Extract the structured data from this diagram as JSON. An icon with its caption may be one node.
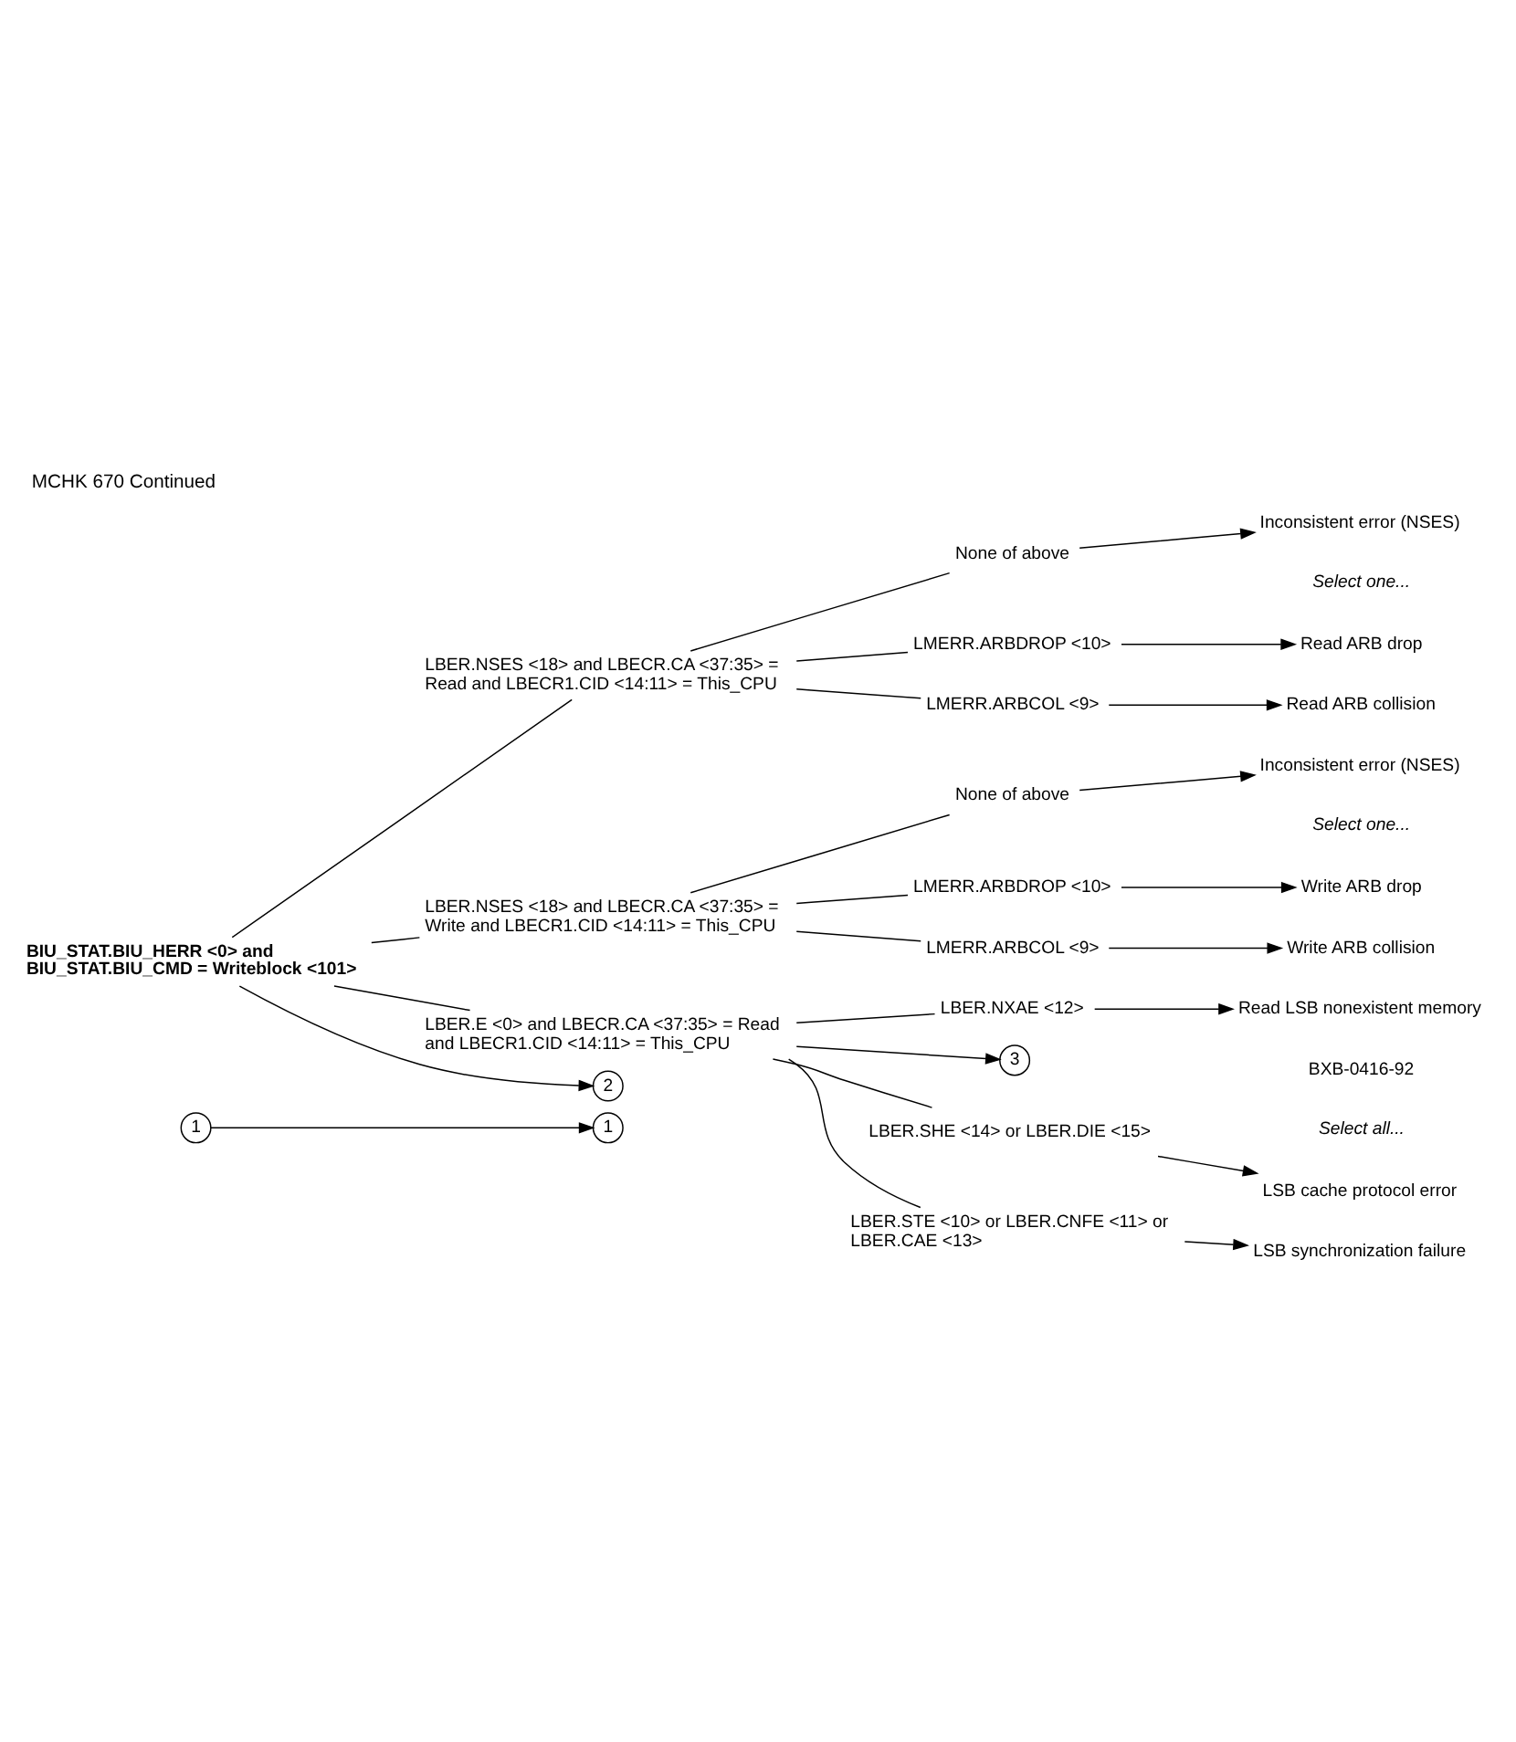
{
  "diagram": {
    "title": "MCHK 670 Continued",
    "nodes": [
      {
        "text": [
          "1"
        ]
      },
      {
        "text": [
          "BIU_STAT.BIU_HERR <0> and BIU_STAT.BIU_CMD = Writeblock <101>"
        ]
      },
      {
        "text": [
          "LBER.NSES <18> and LBECR.CA <37:35> = Read and LBECR1.CID <14:11> = This_CPU"
        ]
      },
      {
        "text": [
          "LMERR.ARBDROP <10>"
        ]
      },
      {
        "text": [
          "Read ARB drop"
        ]
      },
      {
        "text": [
          "LMERR.ARBCOL <9>"
        ]
      },
      {
        "text": [
          "Read ARB collision"
        ]
      },
      {
        "text": [
          "None of above"
        ]
      },
      {
        "text": [
          "Inconsistent error (NSES)"
        ]
      },
      {
        "text": [
          "LBER.NSES <18> and LBECR.CA <37:35> = Write and LBECR1.CID <14:11> = This_CPU"
        ]
      },
      {
        "text": [
          "LMERR.ARBDROP <10>"
        ]
      },
      {
        "text": [
          "Write ARB drop"
        ]
      },
      {
        "text": [
          "LMERR.ARBCOL <9>"
        ]
      },
      {
        "text": [
          "Write ARB collision"
        ]
      },
      {
        "text": [
          "None of above"
        ]
      },
      {
        "text": [
          "Inconsistent error (NSES)"
        ]
      },
      {
        "text": [
          "LBER.E <0> and LBECR.CA <37:35> = Read and LBECR1.CID <14:11> = This_CPU"
        ]
      },
      {
        "text": [
          "LBER.SHE <14> or LBER.DIE <15>"
        ]
      },
      {
        "text": [
          "LSB cache protocol error"
        ]
      },
      {
        "text": [
          "LBER.STE <10> or LBER.CNFE <11> or LBER.CAE <13>"
        ]
      },
      {
        "text": [
          "LSB synchronization failure"
        ]
      },
      {
        "text": [
          "LBER.NXAE <12>"
        ]
      },
      {
        "text": [
          "Read LSB nonexistent memory"
        ]
      },
      {
        "text": [
          "1"
        ]
      },
      {
        "text": [
          "2"
        ]
      },
      {
        "text": [
          "3"
        ]
      }
    ],
    "edges": [
      {
        "from": 0,
        "to": 23,
        "arrow": "to"
      },
      {
        "from": 1,
        "to": 24,
        "arrow": "to"
      },
      {
        "from": 1,
        "to": 2,
        "arrow": "none"
      },
      {
        "from": 2,
        "to": 3,
        "arrow": "none"
      },
      {
        "from": 3,
        "to": 4,
        "arrow": "to"
      },
      {
        "from": 2,
        "to": 5,
        "arrow": "none"
      },
      {
        "from": 5,
        "to": 6,
        "arrow": "to"
      },
      {
        "from": 2,
        "to": 7,
        "arrow": "none"
      },
      {
        "from": 7,
        "to": 8,
        "arrow": "to"
      },
      {
        "from": 1,
        "to": 9,
        "arrow": "none"
      },
      {
        "from": 9,
        "to": 10,
        "arrow": "none"
      },
      {
        "from": 10,
        "to": 11,
        "arrow": "to"
      },
      {
        "from": 9,
        "to": 12,
        "arrow": "none"
      },
      {
        "from": 12,
        "to": 13,
        "arrow": "to"
      },
      {
        "from": 9,
        "to": 14,
        "arrow": "none"
      },
      {
        "from": 14,
        "to": 15,
        "arrow": "to"
      },
      {
        "from": 1,
        "to": 16,
        "arrow": "none"
      },
      {
        "from": 16,
        "to": 17,
        "arrow": "none"
      },
      {
        "from": 17,
        "to": 18,
        "arrow": "to"
      },
      {
        "from": 16,
        "to": 19,
        "arrow": "none"
      },
      {
        "from": 19,
        "to": 20,
        "arrow": "to"
      },
      {
        "from": 16,
        "to": 21,
        "arrow": "none"
      },
      {
        "from": 21,
        "to": 22,
        "arrow": "to"
      },
      {
        "from": 16,
        "to": 25,
        "arrow": "to"
      }
    ],
    "labels": [
      "Select one...",
      "Select one...",
      "Select all...",
      "BXB-0416-92"
    ]
  }
}
